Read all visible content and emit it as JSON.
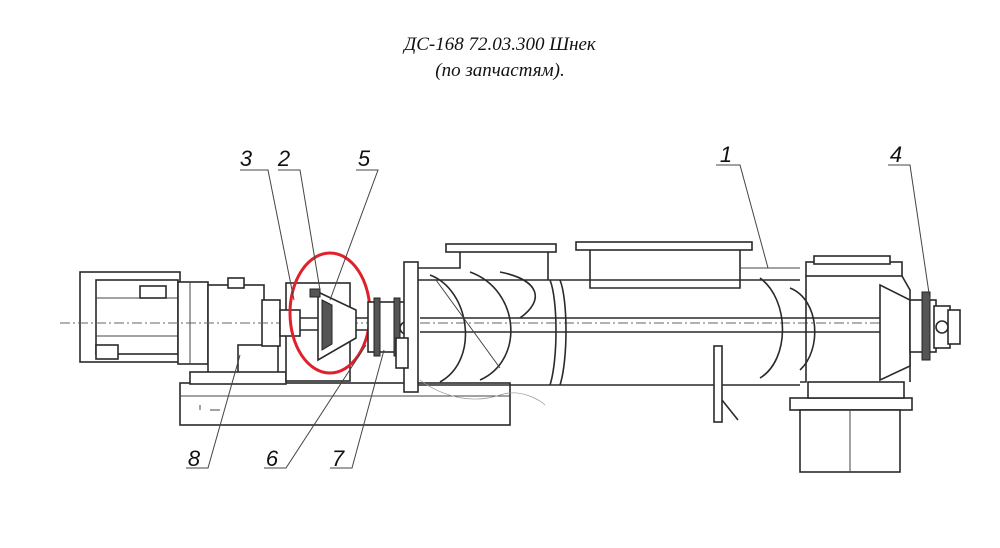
{
  "title": {
    "line1": "ДС-168 72.03.300 Шнек",
    "line2": "(по запчастям)."
  },
  "callouts": [
    {
      "number": "1"
    },
    {
      "number": "2"
    },
    {
      "number": "3"
    },
    {
      "number": "4"
    },
    {
      "number": "5"
    },
    {
      "number": "6"
    },
    {
      "number": "7"
    },
    {
      "number": "8"
    }
  ],
  "highlight": {
    "color": "#e0202a"
  },
  "colors": {
    "line": "#2a2a2a",
    "background": "#ffffff"
  }
}
